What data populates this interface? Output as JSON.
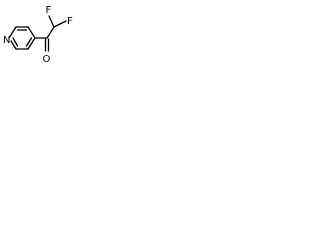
{
  "molecule": {
    "atom_labels": {
      "nitrogen": "N",
      "oxygen": "O",
      "fluorine_upper": "F",
      "fluorine_right": "F"
    },
    "colors": {
      "bond": "#000000",
      "label": "#000000",
      "background": "#ffffff"
    }
  }
}
